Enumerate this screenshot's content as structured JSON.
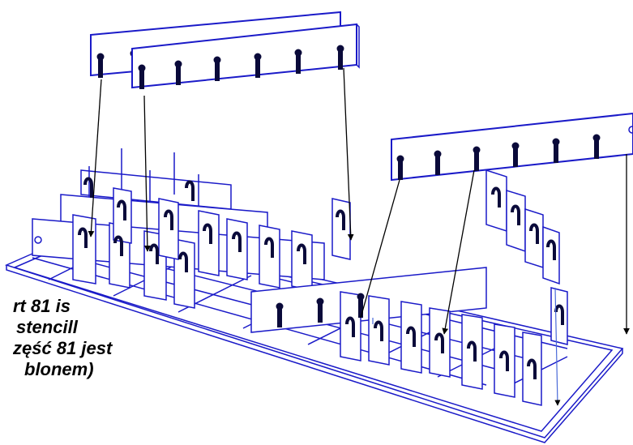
{
  "annotation": {
    "lines": [
      "rt 81 is",
      "stencill",
      "zęść 81 jest",
      "blonem)"
    ]
  },
  "colors": {
    "line": "#1a1ac8",
    "slot": "#000033",
    "arrow": "#000000",
    "background": "#ffffff"
  },
  "icons": {
    "slot": "keyhole-slot-icon",
    "hole": "mounting-hole-icon"
  }
}
